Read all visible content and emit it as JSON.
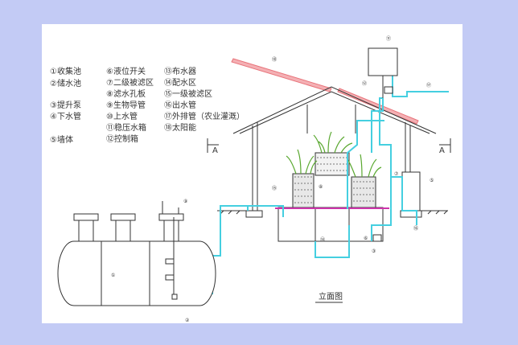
{
  "legend": {
    "col1": [
      "①收集池",
      "②储水池",
      "③提升泵",
      "④下水管",
      "⑤墙体"
    ],
    "col2": [
      "⑥液位开关",
      "⑦二级被滤区",
      "⑧滤水孔板",
      "⑨生物导管",
      "⑩上水管",
      "⑪稳压水箱",
      "⑫控制箱"
    ],
    "col3": [
      "⑬布水器",
      "⑭配水区",
      "⑮一级被滤区",
      "⑯出水管",
      "⑰外排管（农业灌溉）",
      "⑱太阳能"
    ]
  },
  "section_mark": "A",
  "caption": "立面图",
  "callouts": [
    "①",
    "②",
    "③",
    "④",
    "⑤",
    "⑥",
    "⑦",
    "⑧",
    "⑨",
    "⑩",
    "⑪",
    "⑫",
    "⑬",
    "⑭",
    "⑮",
    "⑯",
    "⑰",
    "⑱"
  ],
  "colors": {
    "background": "#c3cbf5",
    "sheet": "#ffffff",
    "roof": "#e8737a",
    "water_pipe": "#45cfe0",
    "drawing_line": "#333333",
    "overflow_line": "#cc33aa",
    "plants": "#5aa830"
  }
}
